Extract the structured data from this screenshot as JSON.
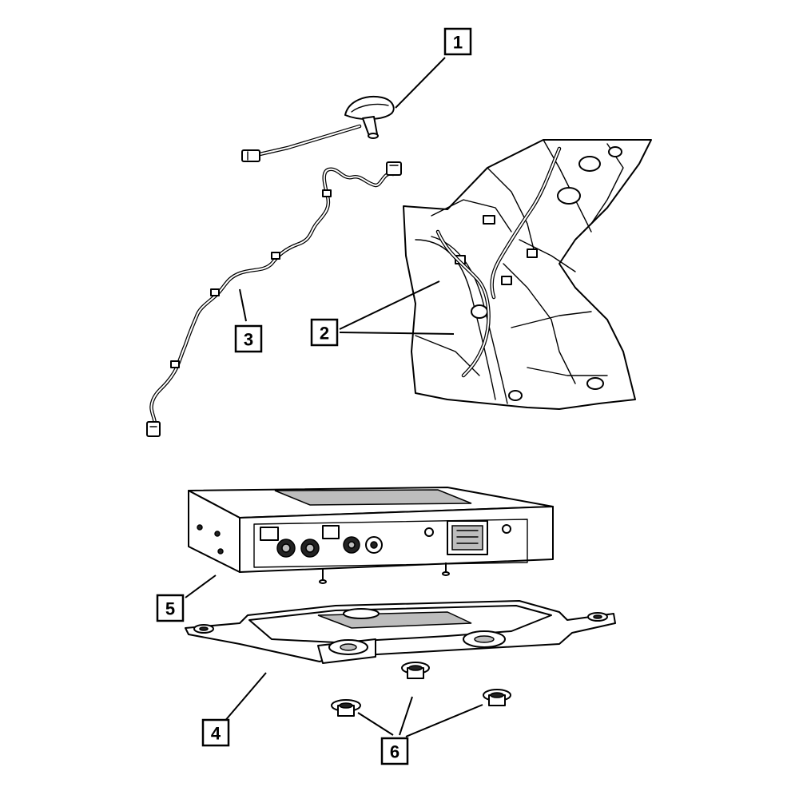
{
  "callouts": [
    {
      "id": "1",
      "label": "1"
    },
    {
      "id": "2",
      "label": "2"
    },
    {
      "id": "3",
      "label": "3"
    },
    {
      "id": "4",
      "label": "4"
    },
    {
      "id": "5",
      "label": "5"
    },
    {
      "id": "6",
      "label": "6"
    }
  ],
  "parts": {
    "antenna": "antenna-icon",
    "body_panel": "vehicle-body-panel-icon",
    "wiring_harness": "wiring-harness-icon",
    "mounting_bracket": "mounting-bracket-icon",
    "module": "radio-module-icon",
    "nuts": "flange-nut-icon"
  }
}
